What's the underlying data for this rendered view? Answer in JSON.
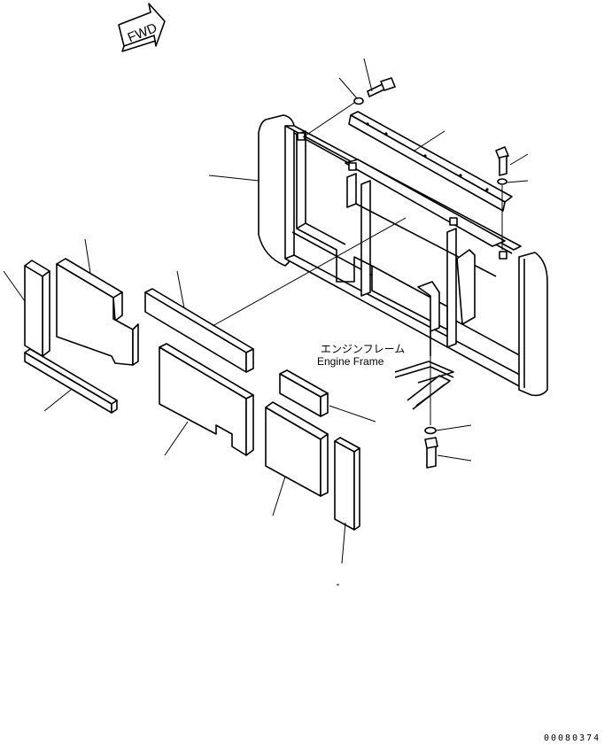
{
  "fwd_label": "FWD",
  "engine_frame_jp": "エンジンフレーム",
  "engine_frame_en": "Engine Frame",
  "drawing_number": "00080374"
}
